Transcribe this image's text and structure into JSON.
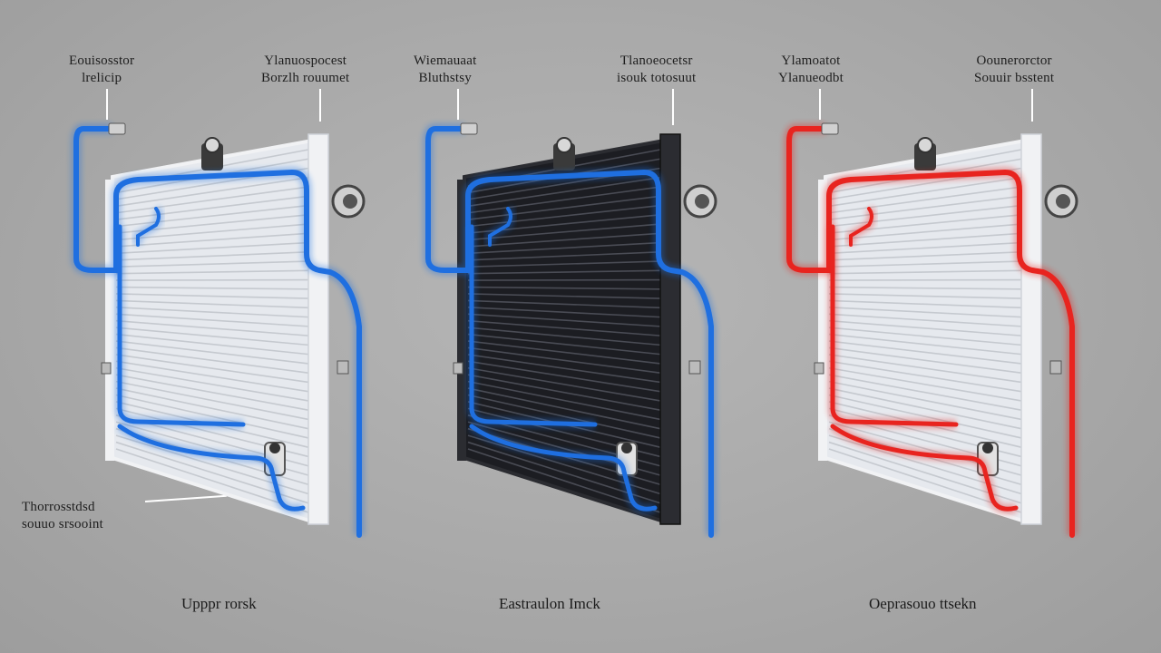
{
  "labels": {
    "a1": {
      "line1": "Eouisosstor",
      "line2": "lrelicip"
    },
    "a2": {
      "line1": "Ylanuospocest",
      "line2": "Borzlh rouumet"
    },
    "b1": {
      "line1": "Wiemauaat",
      "line2": "Bluthstsy"
    },
    "b2": {
      "line1": "Tlanoeocetsr",
      "line2": "isouk totosuut"
    },
    "c1": {
      "line1": "Ylamoatot",
      "line2": "Ylanueodbt"
    },
    "c2": {
      "line1": "Oounerorctor",
      "line2": "Souuir bsstent"
    },
    "side": {
      "line1": "Thorrosstdsd",
      "line2": "souuo srsooint"
    }
  },
  "captions": {
    "left": "Upppr rorsk",
    "center": "Eastraulon Imck",
    "right": "Oeprasouo ttsekn"
  },
  "colors": {
    "coolant_cold": "#1f6fe0",
    "coolant_hot": "#e8241f",
    "core_aluminum": "#e6e9ee",
    "core_black": "#1c1d22"
  },
  "units": [
    {
      "name": "aluminum-radiator-cold",
      "core": "aluminum",
      "flow": "cold"
    },
    {
      "name": "black-radiator-cold",
      "core": "black",
      "flow": "cold"
    },
    {
      "name": "aluminum-radiator-hot",
      "core": "aluminum",
      "flow": "hot"
    }
  ]
}
